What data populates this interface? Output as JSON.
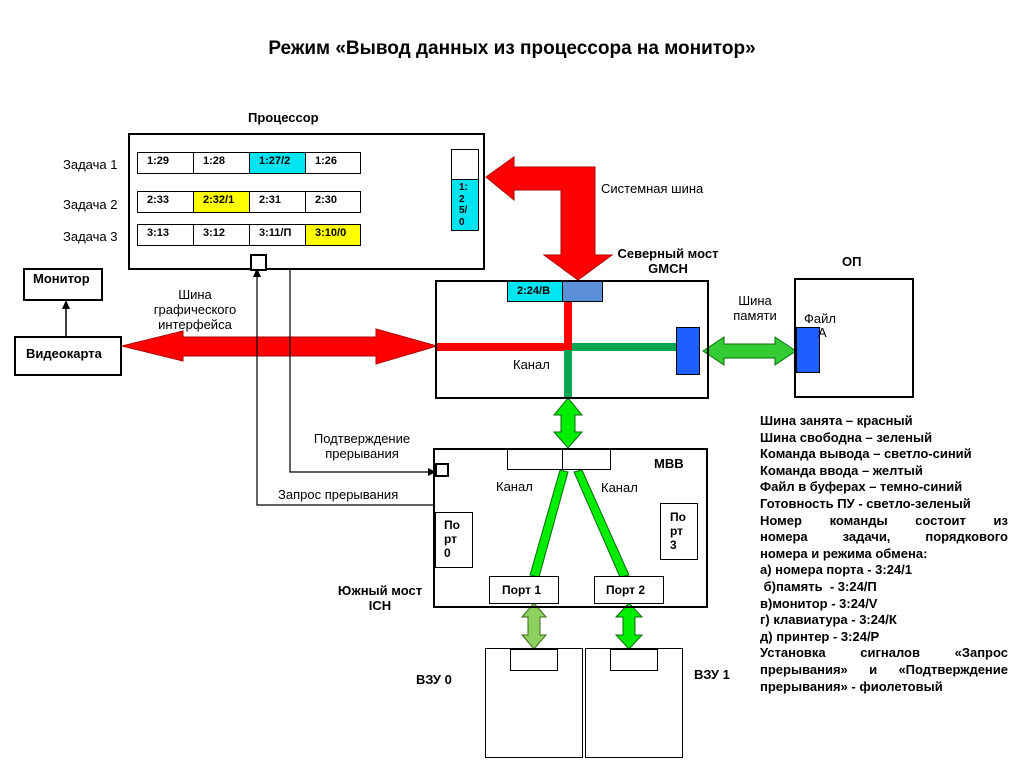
{
  "title": "Режим  «Вывод данных  из процессора на монитор»",
  "processor": {
    "label": "Процессор",
    "tasks": [
      {
        "label": "Задача 1",
        "cells": [
          "1:29",
          "1:28",
          "1:27/2",
          "1:26"
        ]
      },
      {
        "label": "Задача 2",
        "cells": [
          "2:33",
          "2:32/1",
          "2:31",
          "2:30"
        ]
      },
      {
        "label": "Задача 3",
        "cells": [
          "3:13",
          "3:12",
          "3:11/П",
          "3:10/0"
        ]
      }
    ],
    "register_lines": [
      "1:",
      "2",
      "5/",
      "0"
    ]
  },
  "system_bus_label": "Системная шина",
  "north_bridge": {
    "label_line1": "Северный мост",
    "label_line2": "GMCH",
    "register": "2:24/В",
    "channel": "Канал"
  },
  "memory": {
    "label": "ОП",
    "file_line1": "Файл",
    "file_line2": "А"
  },
  "memory_bus": {
    "line1": "Шина",
    "line2": "памяти"
  },
  "monitor_label": "Монитор",
  "videocard_label": "Видеокарта",
  "graphics_bus": {
    "line1": "Шина",
    "line2": "графического",
    "line3": "интерфейса"
  },
  "interrupt_ack": {
    "line1": "Подтверждение",
    "line2": "прерывания"
  },
  "interrupt_request": "Запрос  прерывания",
  "mvv": {
    "label": "МВВ",
    "channel_left": "Канал",
    "channel_right": "Канал",
    "port0": [
      "По",
      "рт",
      "0"
    ],
    "port3": [
      "По",
      "рт",
      "3"
    ],
    "port1": "Порт 1",
    "port2": "Порт 2"
  },
  "south_bridge": {
    "line1": "Южный мост",
    "line2": "ICH"
  },
  "vzu0": "ВЗУ 0",
  "vzu1": "ВЗУ 1",
  "colors": {
    "bus_busy": "#ff0000",
    "bus_free_dark": "#00a651",
    "bus_free_light": "#00cc00",
    "cyan": "#00e5f0",
    "yellow": "#ffff00",
    "dark_blue": "#1f5fff",
    "north_reg_right": "#5b8fd8"
  },
  "legend": [
    "Шина занята – красный",
    "Шина свободна – зеленый",
    "Команда вывода –  светло-синий",
    "Команда ввода – желтый",
    "Файл в буферах – темно-синий",
    "Готовность ПУ   - светло-зеленый",
    "Номер команды состоит из",
    "номера задачи, порядкового",
    "номера  и режима обмена:",
    "а) номера порта    -  3:24/1",
    " б)память  - 3:24/П",
    "в)монитор   - 3:24/V",
    "г) клавиатура  - 3:24/К",
    "д) принтер  - 3:24/Р",
    "Установка сигналов «Запрос",
    "прерывания» и «Подтверждение",
    "прерывания»  - фиолетовый"
  ]
}
